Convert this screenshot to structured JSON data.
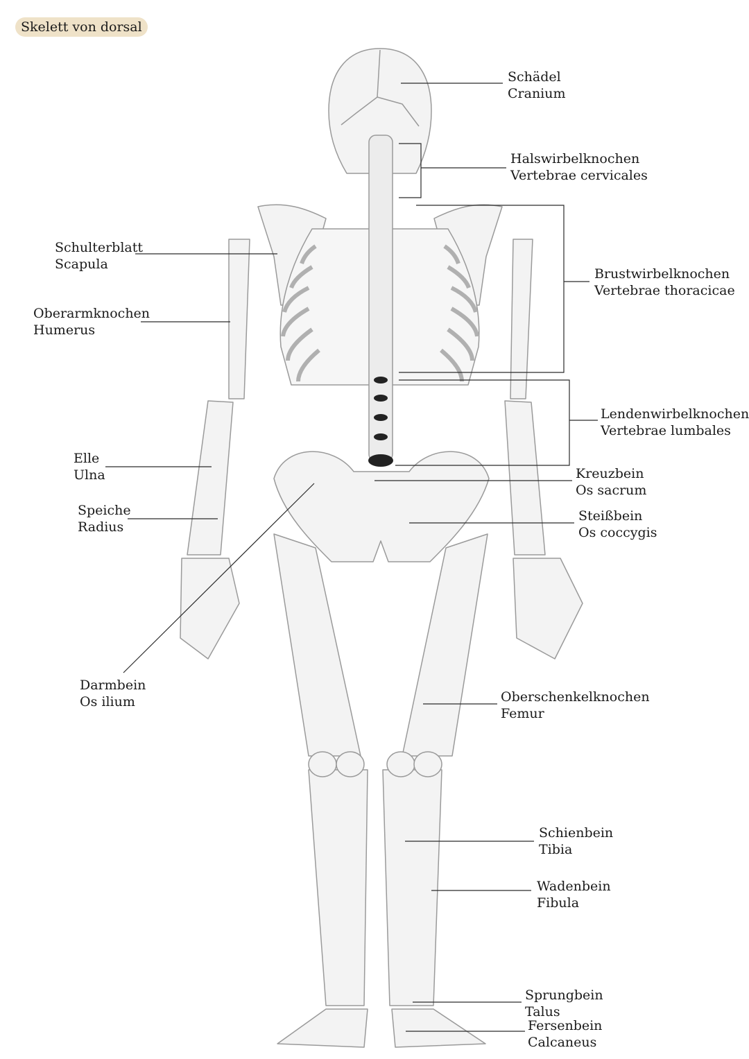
{
  "title": "Skelett von dorsal",
  "labels": {
    "cranium": {
      "de": "Schädel",
      "la": "Cranium"
    },
    "cervical": {
      "de": "Halswirbelknochen",
      "la": "Vertebrae cervicales"
    },
    "thoracic": {
      "de": "Brustwirbelknochen",
      "la": "Vertebrae thoracicae"
    },
    "lumbar": {
      "de": "Lendenwirbelknochen",
      "la": "Vertebrae lumbales"
    },
    "sacrum": {
      "de": "Kreuzbein",
      "la": "Os sacrum"
    },
    "coccyx": {
      "de": "Steißbein",
      "la": "Os coccygis"
    },
    "scapula": {
      "de": "Schulterblatt",
      "la": "Scapula"
    },
    "humerus": {
      "de": "Oberarmknochen",
      "la": "Humerus"
    },
    "ulna": {
      "de": "Elle",
      "la": "Ulna"
    },
    "radius": {
      "de": "Speiche",
      "la": "Radius"
    },
    "ilium": {
      "de": "Darmbein",
      "la": "Os ilium"
    },
    "femur": {
      "de": "Oberschenkelknochen",
      "la": "Femur"
    },
    "tibia": {
      "de": "Schienbein",
      "la": "Tibia"
    },
    "fibula": {
      "de": "Wadenbein",
      "la": "Fibula"
    },
    "talus": {
      "de": "Sprungbein",
      "la": "Talus"
    },
    "calcaneus": {
      "de": "Fersenbein",
      "la": "Calcaneus"
    }
  }
}
